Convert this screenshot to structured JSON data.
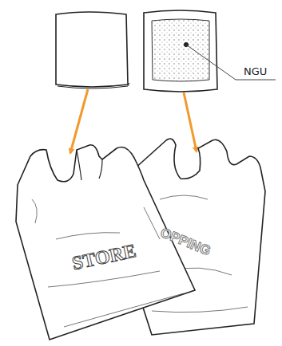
{
  "diagram": {
    "labels": [
      "NGU",
      "STORE",
      "OPPING"
    ]
  }
}
